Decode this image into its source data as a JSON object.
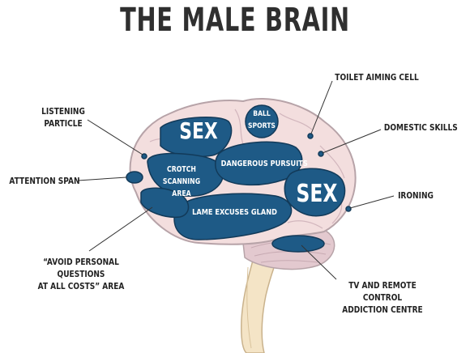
{
  "title": "THE MALE BRAIN",
  "colors": {
    "brain_fill": "#f3dede",
    "brain_outline": "#b7a3a8",
    "region_fill": "#1e5a86",
    "region_outline": "#123a59",
    "cerebellum": "#e3c9cf",
    "stem": "#f4e4c6",
    "label_text": "#222222",
    "region_text": "#ffffff"
  },
  "regions": {
    "sex_top": "SEX",
    "ball_sports": "BALL\nSPORTS",
    "crotch_scanning": "CROTCH SCANNING\nAREA",
    "dangerous_pursuits": "DANGEROUS PURSUITS",
    "sex_right": "SEX",
    "lame_excuses": "LAME EXCUSES GLAND"
  },
  "labels": {
    "listening_particle": "LISTENING\nPARTICLE",
    "attention_span": "ATTENTION SPAN",
    "avoid_questions": "“AVOID PERSONAL QUESTIONS\nAT ALL COSTS” AREA",
    "toilet_aiming": "TOILET AIMING CELL",
    "domestic_skills": "DOMESTIC SKILLS",
    "ironing": "IRONING",
    "tv_remote": "TV AND REMOTE CONTROL\nADDICTION CENTRE"
  }
}
